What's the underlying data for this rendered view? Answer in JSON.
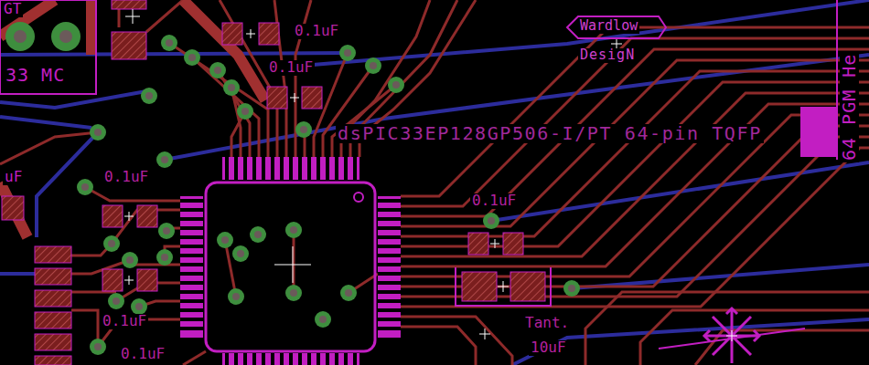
{
  "diagram": {
    "labels": [
      "GT",
      "33 MC",
      "0.1uF",
      "0.1uF",
      "Wardlow",
      "DesigN",
      "dsPIC33EP128GP506-I/PT 64-pin TQFP",
      "64 PGM He",
      "uF",
      "0.1uF",
      "0.1uF",
      "0.1uF",
      "Tant.",
      "10uF",
      "0.1uF"
    ]
  }
}
